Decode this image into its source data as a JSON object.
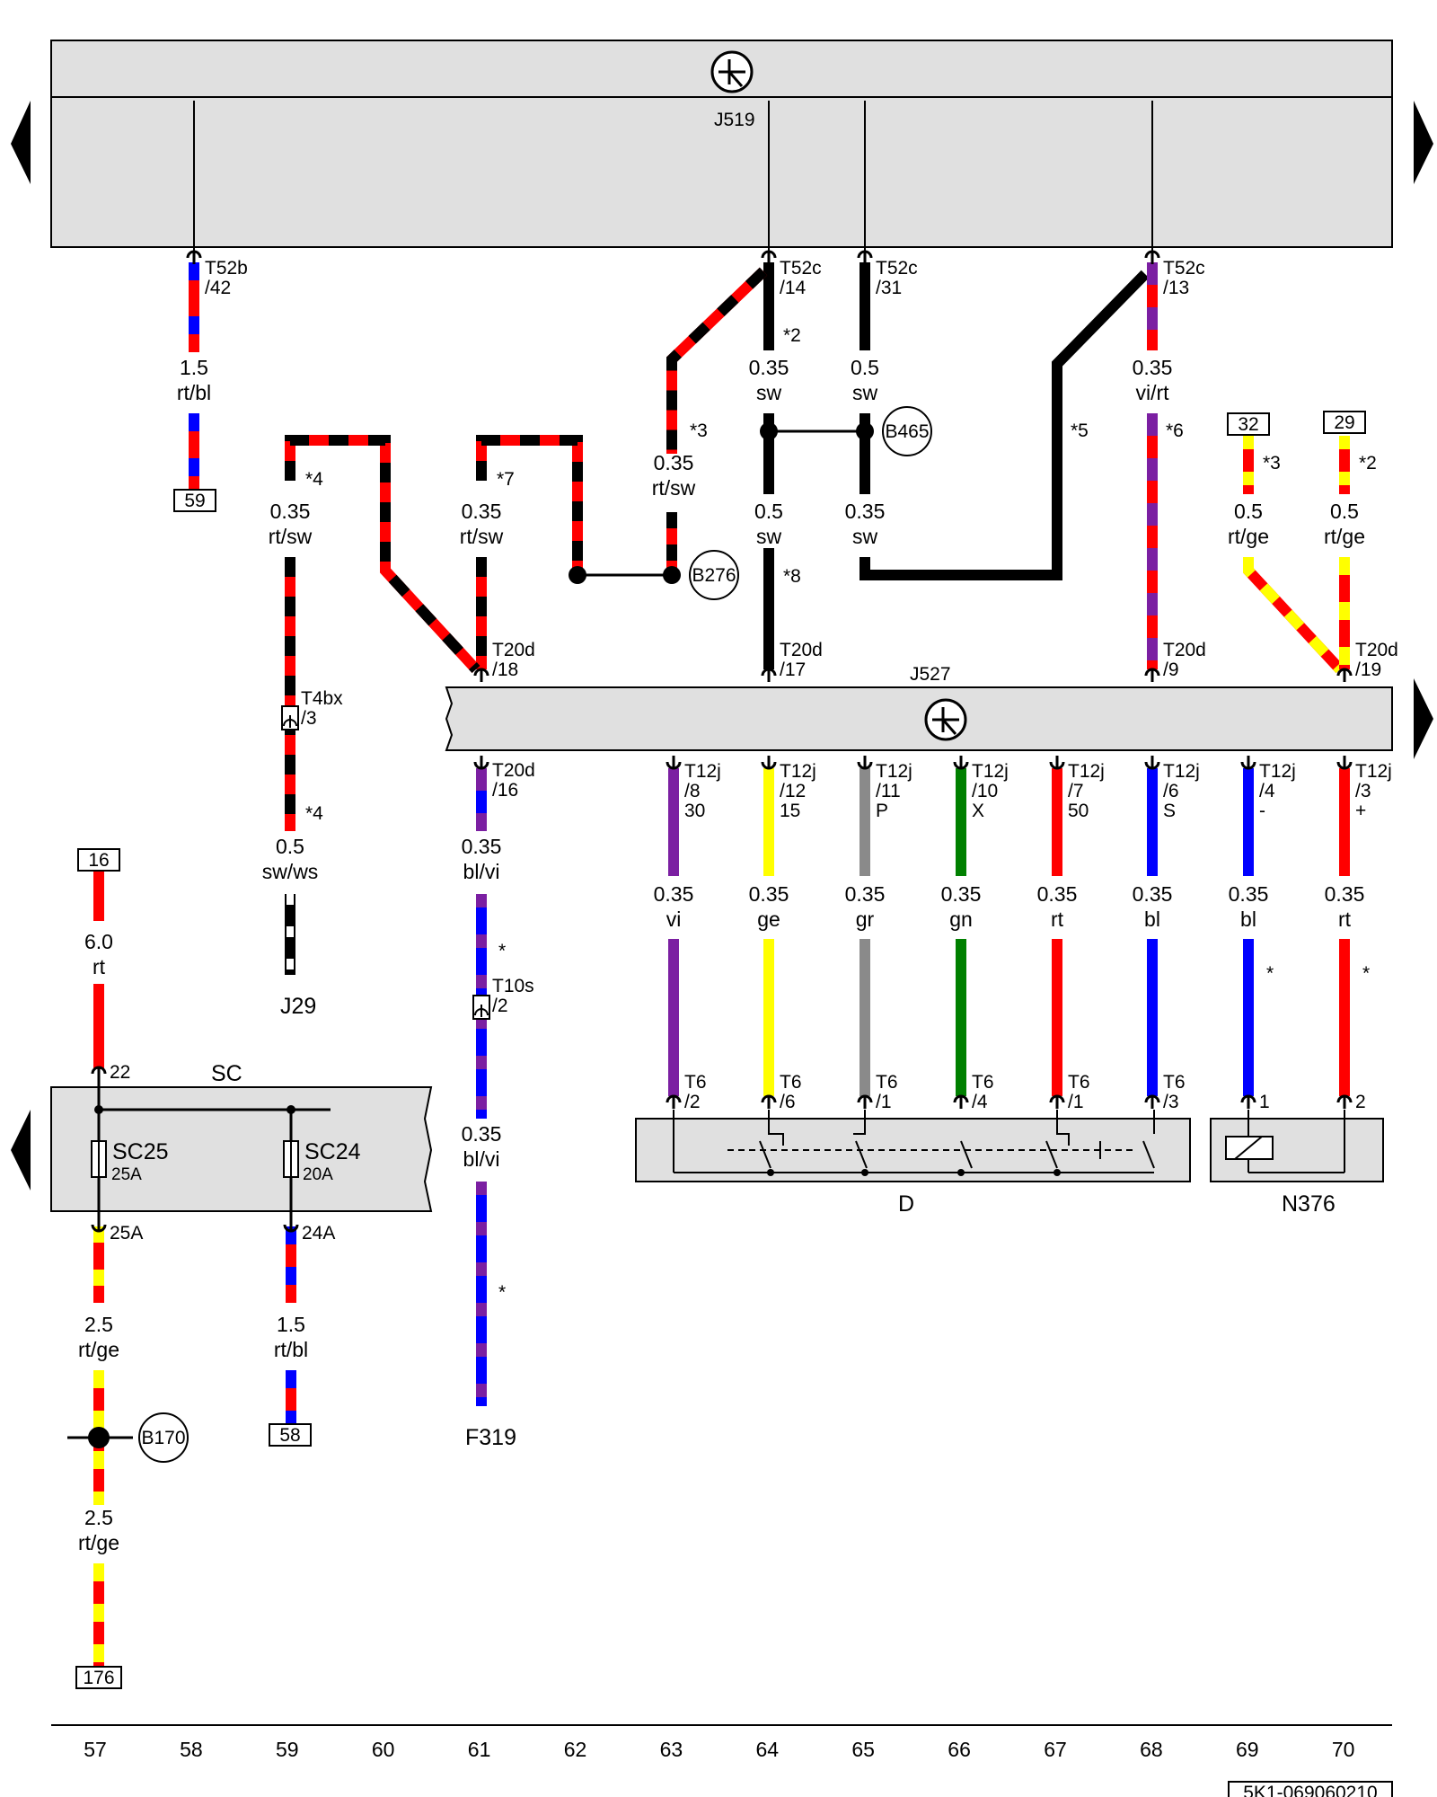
{
  "modules": {
    "j519": "J519",
    "j527": "J527",
    "j29": "J29",
    "f319": "F319",
    "d": "D",
    "n376": "N376",
    "sc": "SC"
  },
  "fuses": [
    {
      "name": "SC25",
      "rating": "25A",
      "top_pin": "22",
      "bottom_pin": "25A"
    },
    {
      "name": "SC24",
      "rating": "20A",
      "bottom_pin": "24A"
    }
  ],
  "connectors": [
    {
      "id": "t52b-42",
      "line1": "T52b",
      "line2": "/42"
    },
    {
      "id": "t52c-14",
      "line1": "T52c",
      "line2": "/14"
    },
    {
      "id": "t52c-31",
      "line1": "T52c",
      "line2": "/31"
    },
    {
      "id": "t52c-13",
      "line1": "T52c",
      "line2": "/13"
    },
    {
      "id": "t20d-18",
      "line1": "T20d",
      "line2": "/18"
    },
    {
      "id": "t20d-17",
      "line1": "T20d",
      "line2": "/17"
    },
    {
      "id": "t20d-9",
      "line1": "T20d",
      "line2": "/9"
    },
    {
      "id": "t20d-19",
      "line1": "T20d",
      "line2": "/19"
    },
    {
      "id": "t20d-16",
      "line1": "T20d",
      "line2": "/16"
    },
    {
      "id": "t4bx-3",
      "line1": "T4bx",
      "line2": "/3"
    },
    {
      "id": "t10s-2",
      "line1": "T10s",
      "line2": "/2"
    }
  ],
  "t12j_pins": [
    {
      "line1": "T12j",
      "line2": "/8",
      "line3": "30",
      "size": "0.35",
      "color_code": "vi",
      "d_pin_line1": "T6",
      "d_pin_line2": "/2"
    },
    {
      "line1": "T12j",
      "line2": "/12",
      "line3": "15",
      "size": "0.35",
      "color_code": "ge",
      "d_pin_line1": "T6",
      "d_pin_line2": "/6"
    },
    {
      "line1": "T12j",
      "line2": "/11",
      "line3": "P",
      "size": "0.35",
      "color_code": "gr",
      "d_pin_line1": "T6",
      "d_pin_line2": "/1"
    },
    {
      "line1": "T12j",
      "line2": "/10",
      "line3": "X",
      "size": "0.35",
      "color_code": "gn",
      "d_pin_line1": "T6",
      "d_pin_line2": "/4"
    },
    {
      "line1": "T12j",
      "line2": "/7",
      "line3": "50",
      "size": "0.35",
      "color_code": "rt",
      "d_pin_line1": "T6",
      "d_pin_line2": "/1"
    },
    {
      "line1": "T12j",
      "line2": "/6",
      "line3": "S",
      "size": "0.35",
      "color_code": "bl",
      "d_pin_line1": "T6",
      "d_pin_line2": "/3"
    },
    {
      "line1": "T12j",
      "line2": "/4",
      "line3": "-",
      "size": "0.35",
      "color_code": "bl",
      "note": "*",
      "n_pin": "1"
    },
    {
      "line1": "T12j",
      "line2": "/3",
      "line3": "+",
      "size": "0.35",
      "color_code": "rt",
      "note": "*",
      "n_pin": "2"
    }
  ],
  "wires": [
    {
      "id": "w58",
      "size": "1.5",
      "color_code": "rt/bl"
    },
    {
      "id": "w64a",
      "size": "0.35",
      "color_code": "sw",
      "note": "*2"
    },
    {
      "id": "w65a",
      "size": "0.5",
      "color_code": "sw"
    },
    {
      "id": "w68a",
      "size": "0.35",
      "color_code": "vi/rt",
      "note": "*6"
    },
    {
      "id": "w63",
      "size": "0.35",
      "color_code": "rt/sw",
      "note": "*3"
    },
    {
      "id": "w59",
      "size": "0.35",
      "color_code": "rt/sw",
      "note": "*4"
    },
    {
      "id": "w61",
      "size": "0.35",
      "color_code": "rt/sw",
      "note": "*7"
    },
    {
      "id": "w64b",
      "size": "0.5",
      "color_code": "sw",
      "note": "*8"
    },
    {
      "id": "w65b",
      "size": "0.35",
      "color_code": "sw",
      "note": "*5"
    },
    {
      "id": "w69",
      "size": "0.5",
      "color_code": "rt/ge",
      "note": "*3"
    },
    {
      "id": "w70",
      "size": "0.5",
      "color_code": "rt/ge",
      "note": "*2"
    },
    {
      "id": "w59b",
      "size": "0.5",
      "color_code": "sw/ws",
      "note": "*4"
    },
    {
      "id": "w61b",
      "size": "0.35",
      "color_code": "bl/vi",
      "note": "*"
    },
    {
      "id": "w61c",
      "size": "0.35",
      "color_code": "bl/vi",
      "note": "*"
    },
    {
      "id": "w57a",
      "size": "6.0",
      "color_code": "rt"
    },
    {
      "id": "w57b",
      "size": "2.5",
      "color_code": "rt/ge"
    },
    {
      "id": "w57c",
      "size": "2.5",
      "color_code": "rt/ge"
    },
    {
      "id": "w59c",
      "size": "1.5",
      "color_code": "rt/bl"
    }
  ],
  "ref_boxes": {
    "r59": "59",
    "r32": "32",
    "r29": "29",
    "r16": "16",
    "r58": "58",
    "r176": "176"
  },
  "nodes": {
    "b465": "B465",
    "b276": "B276",
    "b170": "B170"
  },
  "columns": [
    "57",
    "58",
    "59",
    "60",
    "61",
    "62",
    "63",
    "64",
    "65",
    "66",
    "67",
    "68",
    "69",
    "70"
  ],
  "doc_number": "5K1-069060210",
  "colors": {
    "rt": "#ff0000",
    "sw": "#000000",
    "bl": "#0000ff",
    "vi": "#7b1fa2",
    "ge": "#ffff00",
    "gr": "#8a8a8a",
    "gn": "#008000",
    "ws": "#ffffff",
    "module_fill": "#e0e0e0"
  }
}
